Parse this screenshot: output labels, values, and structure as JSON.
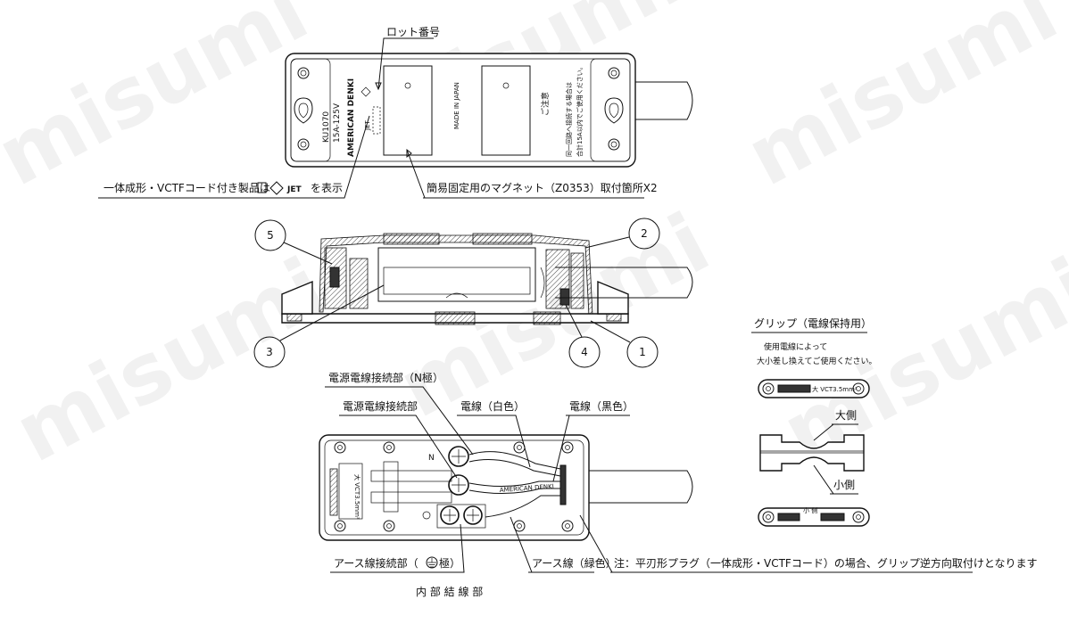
{
  "watermark": "misumi",
  "top_view": {
    "lot_label": "ロット番号",
    "jet_note": "一体成形・VCTFコード付き製品は",
    "jet_note_suffix": "を表示",
    "jet_mark": "JET",
    "magnet_note": "簡易固定用のマグネット（Z0353）取付箇所X2",
    "model": "KU1070",
    "rating": "15A-125V",
    "brand": "AMERICAN DENKI",
    "made_in": "MADE IN JAPAN",
    "caution_title": "ご注意",
    "caution_line1": "同一回路へ接続する場合は",
    "caution_line2": "合計15A以内でご使用ください。"
  },
  "section_view": {
    "callouts": [
      "1",
      "2",
      "3",
      "4",
      "5"
    ]
  },
  "wiring_view": {
    "n_terminal": "電源電線接続部（N極）",
    "l_terminal": "電源電線接続部",
    "white_wire": "電線（白色）",
    "black_wire": "電線（黒色）",
    "earth_terminal": "アース線接続部（",
    "earth_terminal_suffix": "極）",
    "earth_wire": "アース線（緑色）",
    "n_mark": "N",
    "title": "内 部 結 線 部",
    "note": "注：平刃形プラグ（一体成形・VCTFコード）の場合、グリップ逆方向取付けとなります"
  },
  "grip": {
    "title": "グリップ（電線保持用）",
    "desc_line1": "使用電線によって",
    "desc_line2": "大小差し換えてご使用ください。",
    "large_side": "大側",
    "small_side": "小側",
    "grip_mark_large": "大 VCT3.5mm²",
    "grip_mark_small": "小 側"
  }
}
